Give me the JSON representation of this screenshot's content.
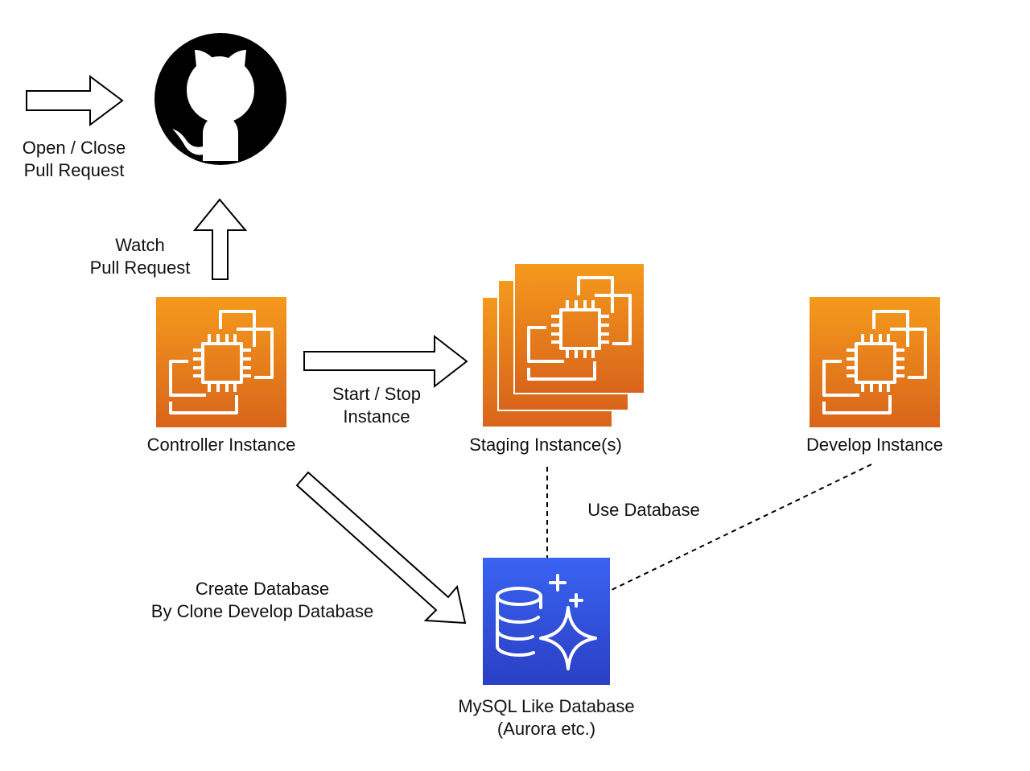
{
  "colors": {
    "ec2_top": "#F59A1C",
    "ec2_bottom": "#D8641B",
    "rds_top": "#3A63F2",
    "rds_bottom": "#2A3FC4",
    "stroke": "#000000",
    "icon_line": "#ffffff"
  },
  "github": {
    "icon": "github-octocat-icon"
  },
  "labels": {
    "pr_event": [
      "Open / Close",
      "Pull Request"
    ],
    "watch": [
      "Watch",
      "Pull Request"
    ],
    "start_stop": [
      "Start / Stop",
      "Instance"
    ],
    "use_db": "Use Database",
    "create_db": [
      "Create Database",
      "By Clone Develop Database"
    ]
  },
  "nodes": {
    "controller": {
      "label": "Controller Instance",
      "icon": "ec2-instance-icon"
    },
    "staging": {
      "label": "Staging Instance(s)",
      "icon": "ec2-instances-stack-icon"
    },
    "develop": {
      "label": "Develop Instance",
      "icon": "ec2-instance-icon"
    },
    "database": {
      "label": [
        "MySQL Like Database",
        "(Aurora etc.)"
      ],
      "icon": "aurora-database-icon"
    }
  }
}
